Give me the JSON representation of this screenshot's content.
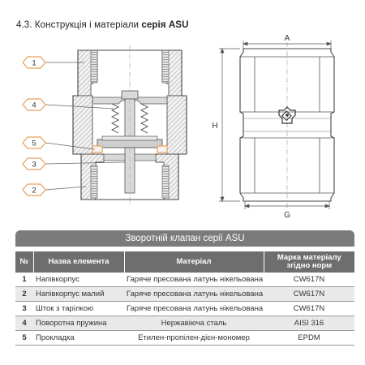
{
  "heading": {
    "prefix": "4.3. Конструкція і матеріали ",
    "bold": "серія ASU"
  },
  "drawing": {
    "callouts": [
      "1",
      "4",
      "5",
      "3",
      "2"
    ],
    "dimensions": {
      "width": "A",
      "height": "H",
      "thread": "G"
    }
  },
  "table": {
    "caption": "Зворотній клапан серії ASU",
    "headers": [
      "№",
      "Назва елемента",
      "Матеріал",
      "Марка матеріалу згідно норм"
    ],
    "rows": [
      {
        "num": "1",
        "name": "Напівкорпус",
        "material": "Гаряче пресована латунь нікельована",
        "grade": "CW617N"
      },
      {
        "num": "2",
        "name": "Напівкорпус малий",
        "material": "Гаряче пресована латунь нікельована",
        "grade": "CW617N"
      },
      {
        "num": "3",
        "name": "Шток з тарілкою",
        "material": "Гаряче пресована латунь нікельована",
        "grade": "CW617N"
      },
      {
        "num": "4",
        "name": "Поворотна пружина",
        "material": "Нержавіюча сталь",
        "grade": "AISI 316"
      },
      {
        "num": "5",
        "name": "Прокладка",
        "material": "Етилен-пропілен-дієн-мономер",
        "grade": "EPDM"
      }
    ]
  },
  "colors": {
    "caption_bg": "#7b7b7b",
    "header_bg": "#6e6e6e",
    "shaded_row": "#e9e9e9",
    "callout_orange": "#e8a15a",
    "metal_fill": "#d9d9d9"
  }
}
